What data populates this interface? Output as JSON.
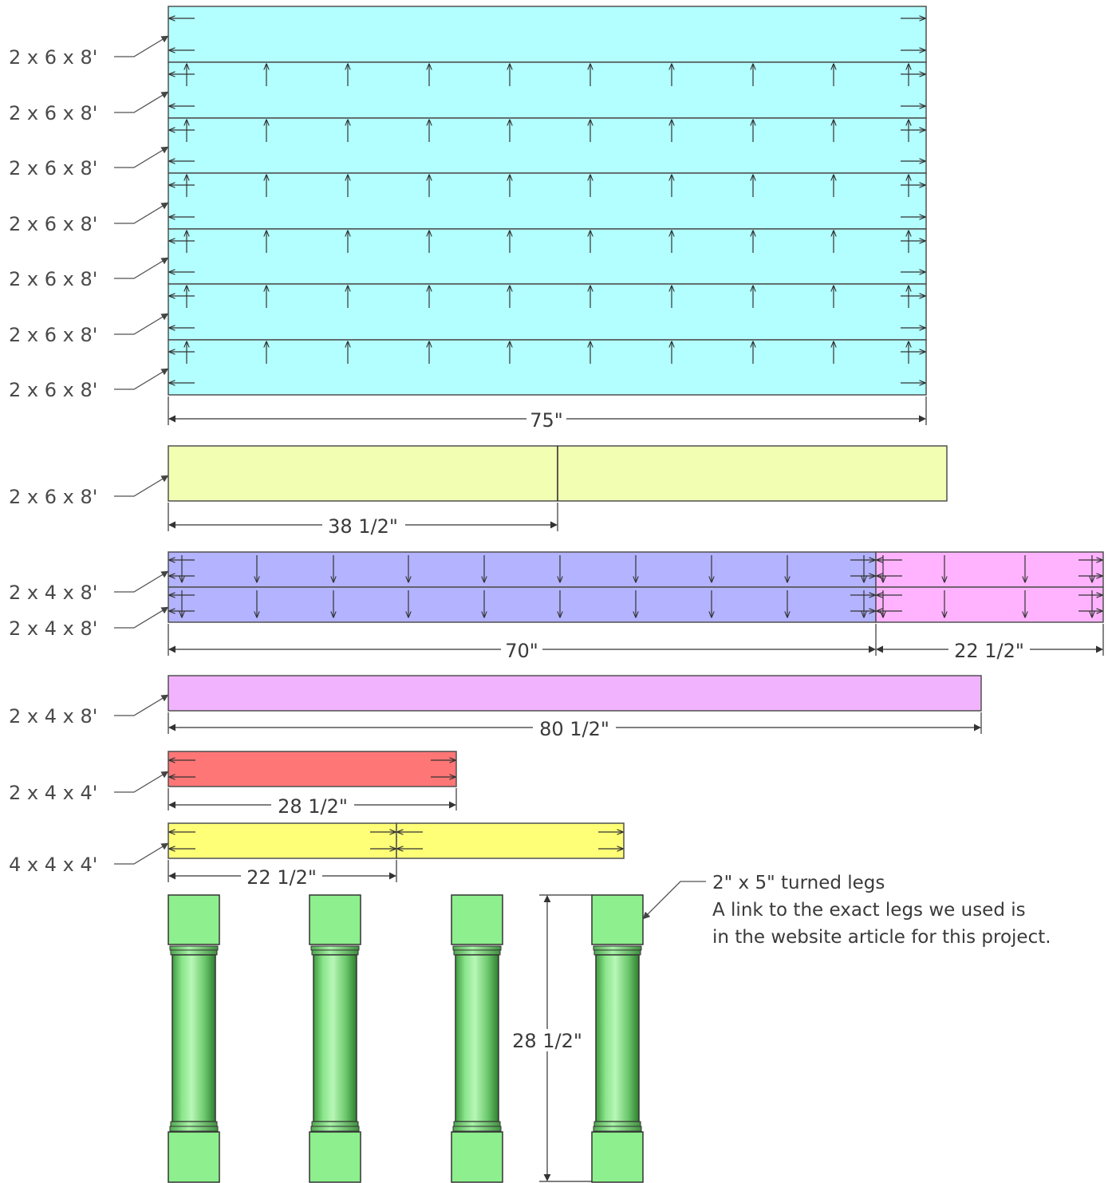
{
  "labels": {
    "l1": "2 x 6 x 8'",
    "l2": "2 x 6 x 8'",
    "l3": "2 x 6 x 8'",
    "l4": "2 x 6 x 8'",
    "l5": "2 x 6 x 8'",
    "l6": "2 x 6 x 8'",
    "l7": "2 x 6 x 8'",
    "l8": "2 x 6 x 8'",
    "l9": "2 x 4 x 8'",
    "l10": "2 x 4 x 8'",
    "l11": "2 x 4 x 8'",
    "l12": "2 x 4 x 4'",
    "l13": "4 x 4 x 4'"
  },
  "dims": {
    "d75": "75\"",
    "d38": "38 1/2\"",
    "d70": "70\"",
    "d22a": "22 1/2\"",
    "d80": "80 1/2\"",
    "d28a": "28 1/2\"",
    "d22b": "22 1/2\"",
    "d28b": "28 1/2\""
  },
  "note": {
    "line1": "2\" x 5\" turned legs",
    "line2": "A link to the exact legs we used is",
    "line3": "in the website article for this project."
  },
  "colors": {
    "top": "#b3feff",
    "yellow_pale": "#f2ffb3",
    "blue": "#b3b3ff",
    "pink": "#ffb3fe",
    "lavender": "#f2b3fe",
    "red": "#ff7676",
    "yellow": "#ffff77",
    "leg": "#8def8d"
  }
}
